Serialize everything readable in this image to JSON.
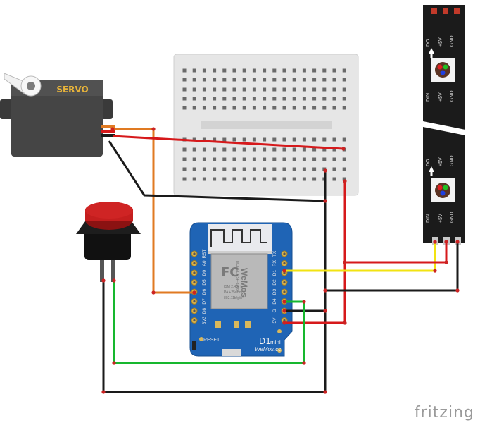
{
  "servo": {
    "label": "SERVO"
  },
  "board": {
    "brand_logo": "WeMos",
    "fcc": "FC",
    "module_text": [
      "MODEL ESP-8266",
      "ISM 2.4GHz",
      "PA +25dBm",
      "802.11b/g/n"
    ],
    "model": "D1",
    "model_suffix": "mini",
    "website": "WeMos.cc",
    "reset_label": "RESET",
    "left_pins": [
      "RST",
      "A0",
      "D0",
      "D5",
      "D6",
      "D7",
      "D8",
      "3V3"
    ],
    "right_pins": [
      "TX",
      "RX",
      "D1",
      "D2",
      "D3",
      "D4",
      "G",
      "5V"
    ]
  },
  "led_strip": {
    "top_labels": [
      "DO",
      "+5V",
      "GND"
    ],
    "bottom_labels": [
      "DIN",
      "+5V",
      "GND"
    ]
  },
  "watermark": "fritzing",
  "colors": {
    "wire_red": "#d6191b",
    "wire_black": "#1a1a1a",
    "wire_orange": "#e07a22",
    "wire_yellow": "#f2e312",
    "wire_green": "#16b72e",
    "board_blue": "#1f64b5",
    "servo_gray": "#3c3c3c",
    "button_red": "#c41e1e"
  }
}
